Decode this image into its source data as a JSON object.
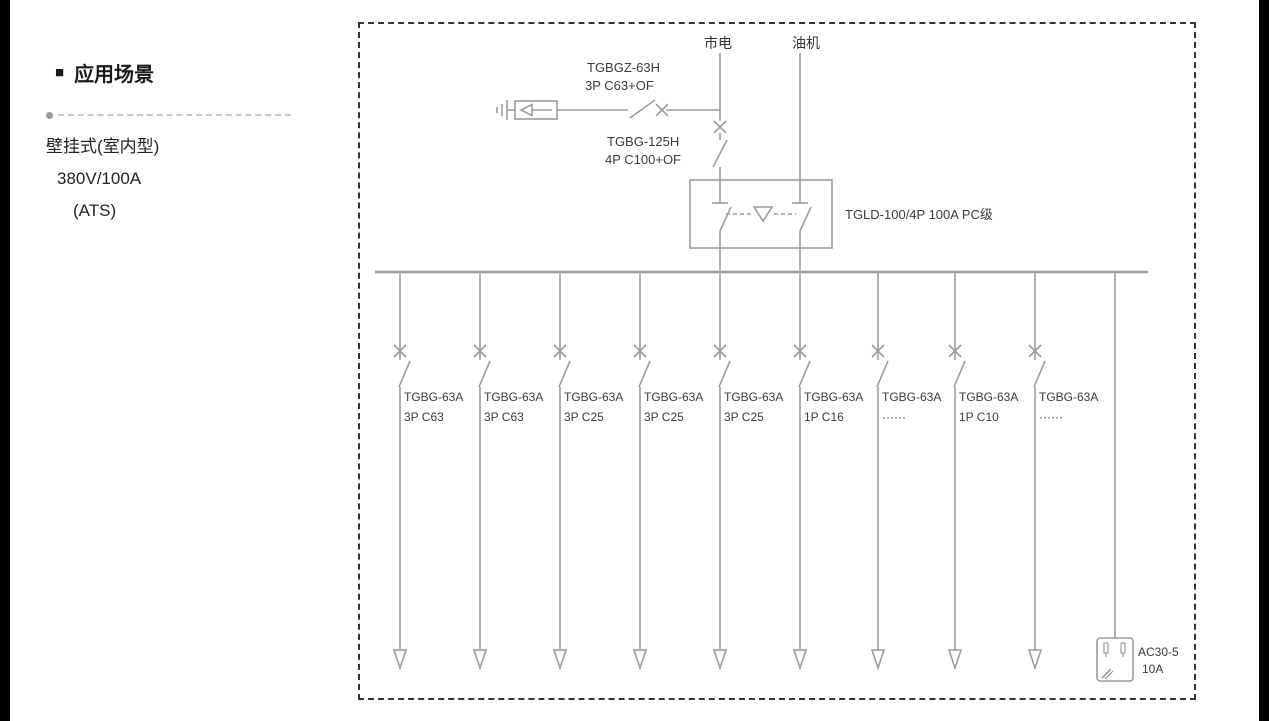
{
  "left_panel": {
    "bullet": "■",
    "heading": "应用场景",
    "lines": [
      "壁挂式(室内型)",
      "380V/100A",
      "(ATS)"
    ]
  },
  "diagram": {
    "sources": {
      "mains": "市电",
      "generator": "油机"
    },
    "spd": {
      "model": "TGBGZ-63H",
      "spec": "3P C63+OF"
    },
    "main_breaker": {
      "model": "TGBG-125H",
      "spec": "4P C100+OF"
    },
    "ats": {
      "label": "TGLD-100/4P 100A PC级"
    },
    "feeders": [
      {
        "model": "TGBG-63A",
        "spec": "3P C63"
      },
      {
        "model": "TGBG-63A",
        "spec": "3P C63"
      },
      {
        "model": "TGBG-63A",
        "spec": "3P C25"
      },
      {
        "model": "TGBG-63A",
        "spec": "3P C25"
      },
      {
        "model": "TGBG-63A",
        "spec": "3P C25"
      },
      {
        "model": "TGBG-63A",
        "spec": "1P C16"
      },
      {
        "model": "TGBG-63A",
        "spec": "······"
      },
      {
        "model": "TGBG-63A",
        "spec": "1P C10"
      },
      {
        "model": "TGBG-63A",
        "spec": "······"
      }
    ],
    "socket": {
      "model": "AC30-5",
      "rating": "10A"
    }
  },
  "colors": {
    "line": "#9c9c9c",
    "label_text": "#3b3b3b",
    "dashed_border": "#333333",
    "panel_text": "#1a1a1a",
    "edge_bar": "#000000"
  }
}
